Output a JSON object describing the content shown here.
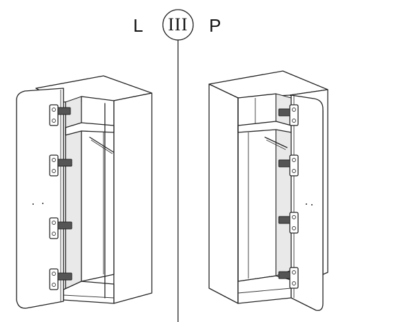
{
  "labels": {
    "left": "L",
    "right": "P",
    "step": "III"
  },
  "icons": {
    "step_badge": "circle-badge-icon",
    "hinge": "hinge-icon",
    "hanging_rail": "hanging-rail-icon"
  },
  "colors": {
    "line": "#222222",
    "background": "#ffffff"
  }
}
